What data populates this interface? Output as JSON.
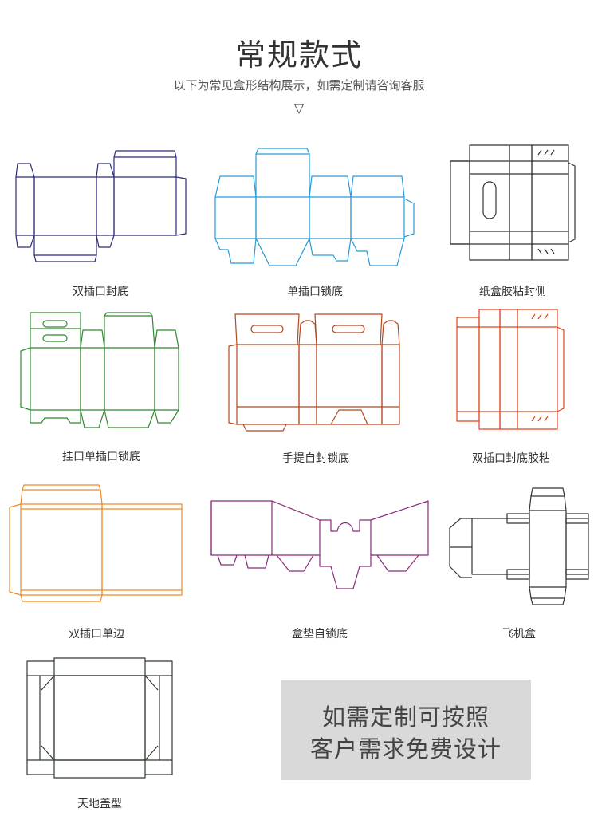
{
  "header": {
    "title": "常规款式",
    "subtitle": "以下为常见盒形结构展示，如需定制请咨询客服",
    "arrow": "▽"
  },
  "items": [
    {
      "label": "双插口封底",
      "color": "#2b2b7a"
    },
    {
      "label": "单插口锁底",
      "color": "#2b9ad6"
    },
    {
      "label": "纸盒胶粘封侧",
      "color": "#333333"
    },
    {
      "label": "挂口单插口锁底",
      "color": "#2e8b2e"
    },
    {
      "label": "手提自封锁底",
      "color": "#b5471d"
    },
    {
      "label": "双插口封底胶粘",
      "color": "#e0431f"
    },
    {
      "label": "双插口单边",
      "color": "#f08a24"
    },
    {
      "label": "盒垫自锁底",
      "color": "#8b2a7a"
    },
    {
      "label": "飞机盒",
      "color": "#333333"
    },
    {
      "label": "天地盖型",
      "color": "#2f3a2f"
    }
  ],
  "promo": {
    "line1": "如需定制可按照",
    "line2": "客户需求免费设计"
  }
}
